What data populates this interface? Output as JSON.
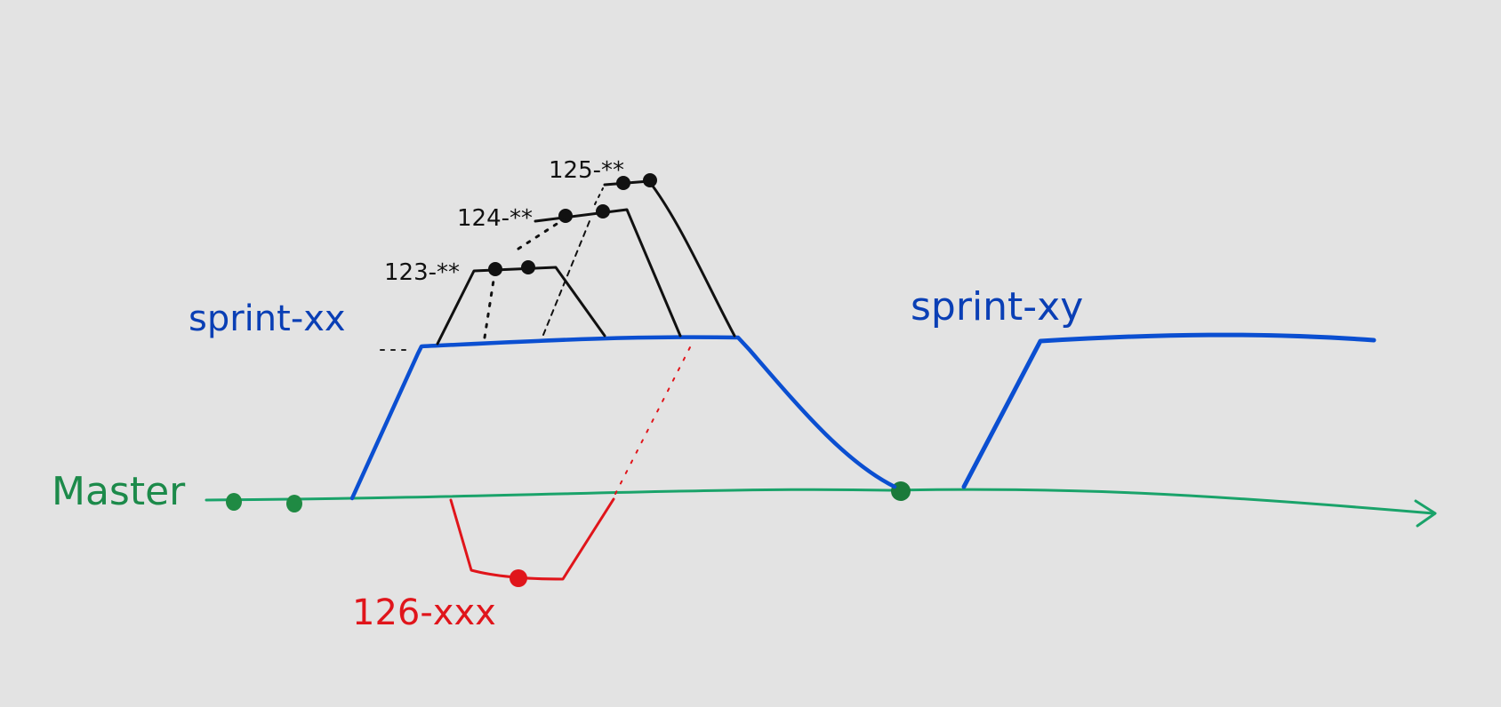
{
  "colors": {
    "background": "#e3e3e3",
    "master": "#1aa36a",
    "master_label": "#1c8a4a",
    "commit_master": "#1f8a43",
    "sprint": "#0b4fd1",
    "sprint_label": "#0a3fb5",
    "feature": "#111111",
    "hotfix": "#e0151b"
  },
  "labels": {
    "master": "Master",
    "sprint_xx": "sprint-xx",
    "sprint_xy": "sprint-xy",
    "feature_123": "123-**",
    "feature_124": "124-**",
    "feature_125": "125-**",
    "hotfix_126": "126-xxx"
  }
}
